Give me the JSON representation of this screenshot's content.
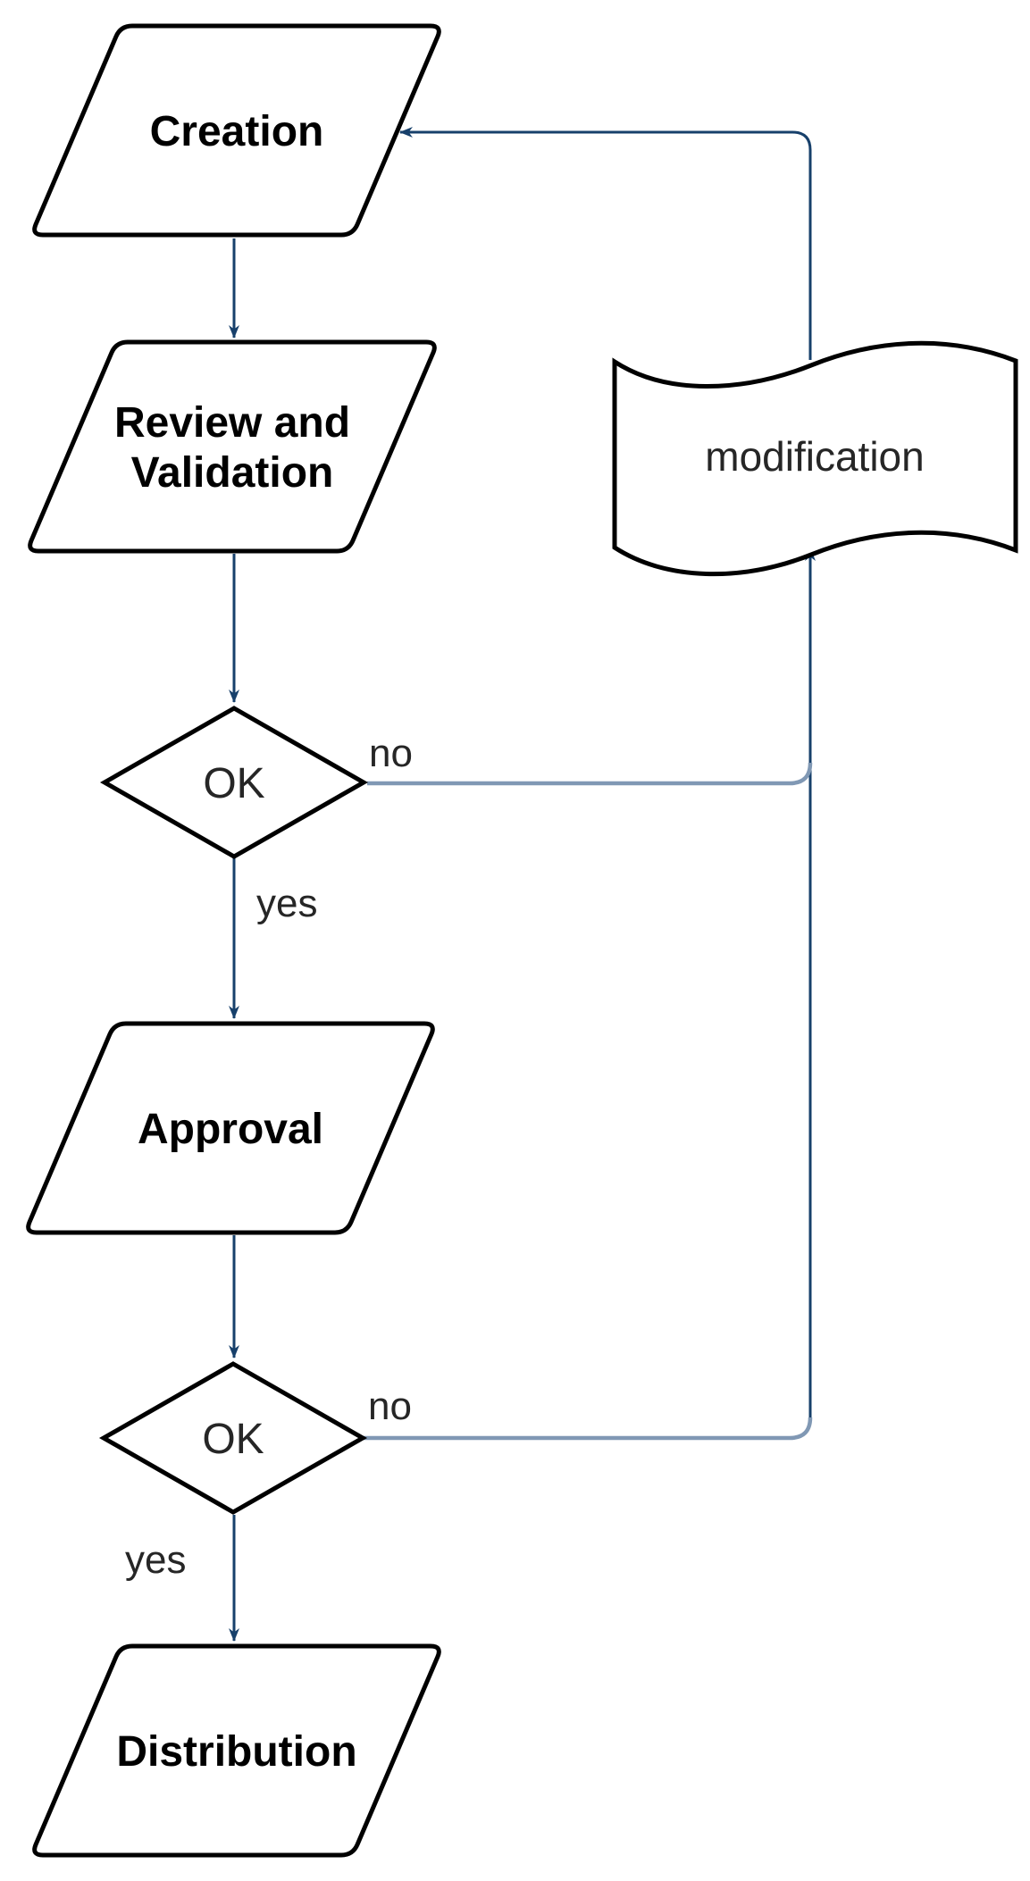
{
  "diagram": {
    "type": "flowchart",
    "nodes": {
      "creation": {
        "label": "Creation",
        "shape": "parallelogram"
      },
      "review": {
        "label_line1": "Review and",
        "label_line2": "Validation",
        "shape": "parallelogram"
      },
      "decision1": {
        "label": "OK",
        "shape": "diamond"
      },
      "approval": {
        "label": "Approval",
        "shape": "parallelogram"
      },
      "decision2": {
        "label": "OK",
        "shape": "diamond"
      },
      "distribution": {
        "label": "Distribution",
        "shape": "parallelogram"
      },
      "modification": {
        "label": "modification",
        "shape": "tape"
      }
    },
    "edge_labels": {
      "decision1_no": "no",
      "decision1_yes": "yes",
      "decision2_no": "no",
      "decision2_yes": "yes"
    },
    "colors": {
      "connector_dark": "#17406b",
      "connector_light": "#8098b4",
      "shape_border": "#000000",
      "label_text": "#000000",
      "annotation_text": "#262626",
      "background": "#ffffff"
    }
  }
}
